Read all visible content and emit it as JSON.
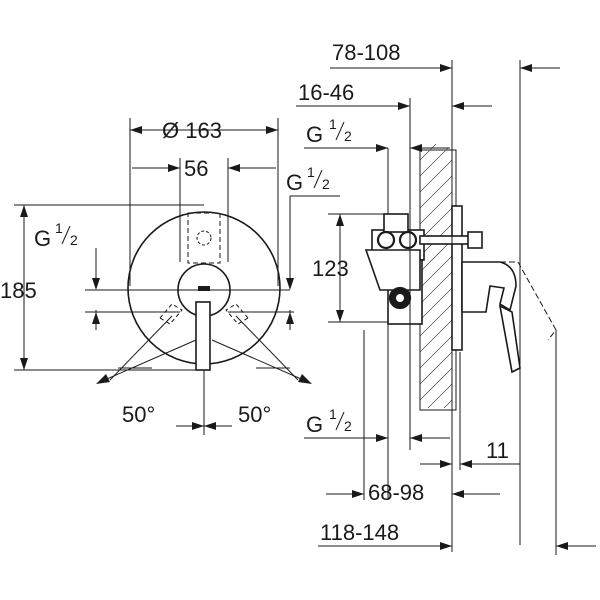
{
  "front_view": {
    "diameter": "Ø 163",
    "width": "56",
    "height": "185",
    "thread_left": "G",
    "thread_right": "G",
    "thread_frac_num": "1",
    "thread_frac_den": "2",
    "angle_left": "50°",
    "angle_right": "50°"
  },
  "side_view": {
    "depth_overall": "78-108",
    "depth_mount": "16-46",
    "thread_top": "G",
    "thread_bottom": "G",
    "thread_frac_num": "1",
    "thread_frac_den": "2",
    "height_outlets": "123",
    "plate_offset": "11",
    "depth_lower": "68-98",
    "depth_total": "118-148"
  }
}
